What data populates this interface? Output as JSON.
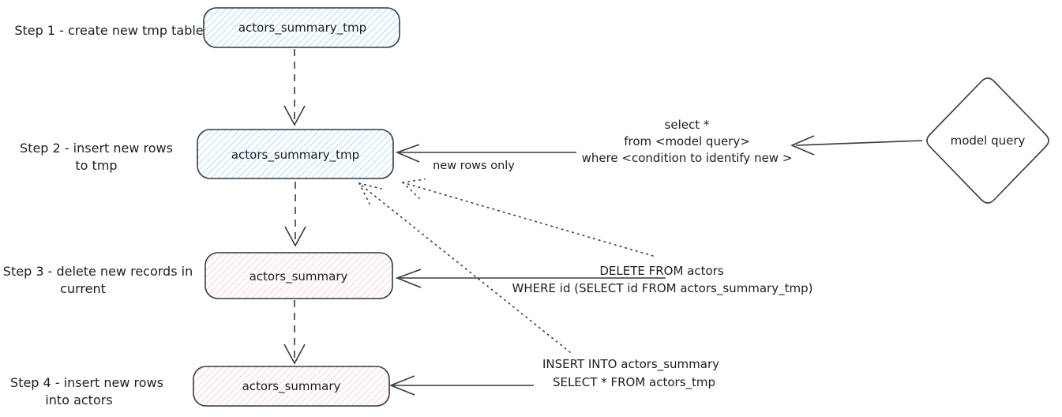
{
  "diagram": {
    "steps": [
      {
        "label": "Step 1 - create new tmp table",
        "box_label": "actors_summary_tmp",
        "fill": "blue"
      },
      {
        "label_line1": "Step 2 - insert new rows",
        "label_line2": "to tmp",
        "box_label": "actors_summary_tmp",
        "fill": "blue"
      },
      {
        "label_line1": "Step 3 - delete new records in",
        "label_line2": "current",
        "box_label": "actors_summary",
        "fill": "red"
      },
      {
        "label_line1": "Step 4 - insert new rows",
        "label_line2": "into actors",
        "box_label": "actors_summary",
        "fill": "red"
      }
    ],
    "annotations": {
      "new_rows_only": "new rows only",
      "select_line1": "select *",
      "select_line2": "from <model query>",
      "select_line3": "where <condition to identify new >",
      "delete_line1": "DELETE FROM actors",
      "delete_line2": "WHERE id (SELECT id FROM actors_summary_tmp)",
      "insert_line1": "INSERT INTO actors_summary",
      "insert_line2": "SELECT * FROM actors_tmp"
    },
    "model_query_label": "model query",
    "colors": {
      "blue_hatch": "#a5d8ff",
      "red_hatch": "#ffc9c9",
      "stroke": "#343a40",
      "text": "#1e1e1e",
      "background": "#ffffff"
    }
  }
}
